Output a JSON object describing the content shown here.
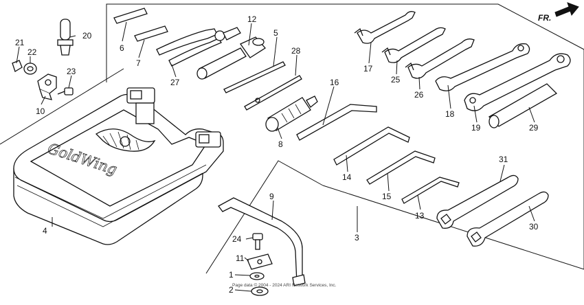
{
  "header": {
    "direction_label": "FR."
  },
  "callouts": {
    "c1": "1",
    "c2": "2",
    "c3": "3",
    "c4": "4",
    "c5": "5",
    "c6": "6",
    "c7": "7",
    "c8": "8",
    "c9": "9",
    "c10": "10",
    "c11": "11",
    "c12": "12",
    "c13": "13",
    "c14": "14",
    "c15": "15",
    "c16": "16",
    "c17": "17",
    "c18": "18",
    "c19": "19",
    "c20": "20",
    "c21": "21",
    "c22": "22",
    "c23": "23",
    "c24": "24",
    "c25": "25",
    "c26": "26",
    "c27": "27",
    "c28": "28",
    "c29": "29",
    "c30": "30",
    "c31": "31"
  },
  "case_logo_text": "GoldWing",
  "footer": {
    "text": "Page data © 2004 - 2024 ARI Network Services, Inc."
  }
}
